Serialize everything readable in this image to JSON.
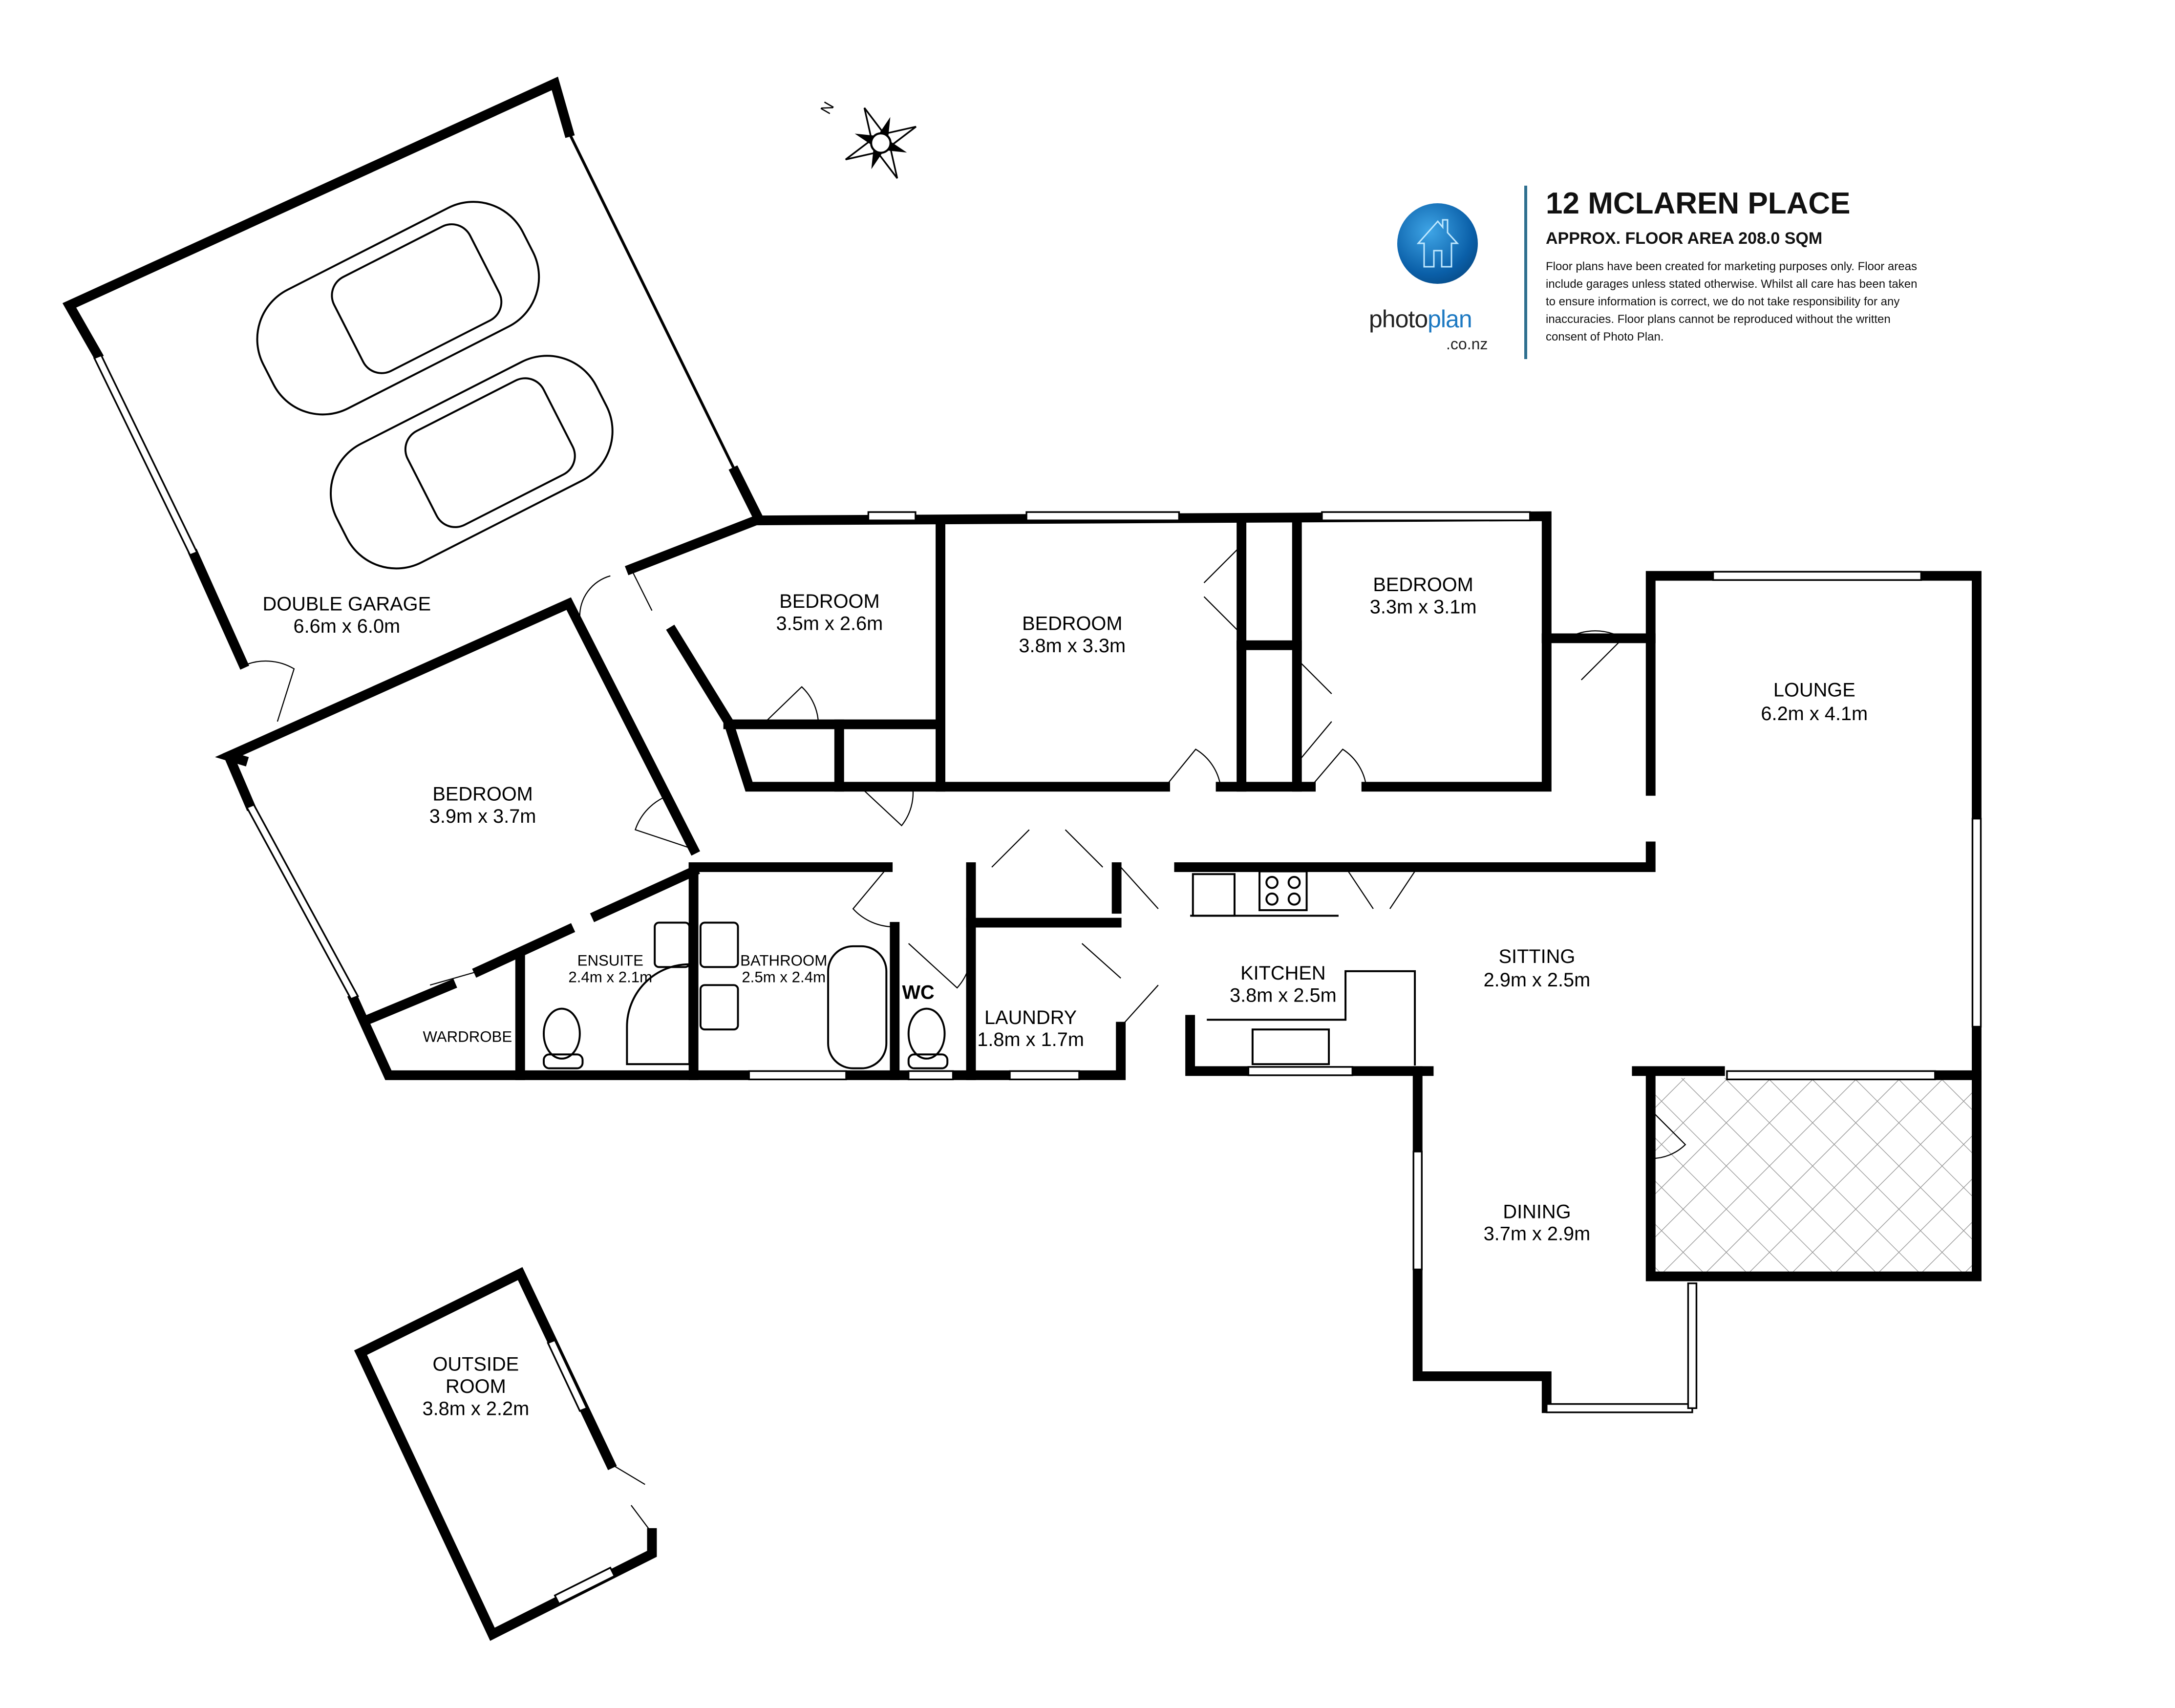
{
  "header": {
    "brand": "photoplan",
    "brand_part1": "photo",
    "brand_part2": "plan",
    "brand_domain": ".co.nz",
    "title": "12 MCLAREN PLACE",
    "floor_area": "APPROX. FLOOR AREA 208.0 SQM",
    "disclaimer": "Floor plans have been created for marketing purposes only. Floor areas include garages unless stated otherwise. Whilst all care has been taken to ensure information is correct, we do not take responsibility for any inaccuracies. Floor plans cannot be reproduced without the written consent of Photo Plan.",
    "accent_color": "#1d79c2"
  },
  "compass": {
    "north_label": "N"
  },
  "rooms": {
    "garage": {
      "name": "DOUBLE GARAGE",
      "size": "6.6m x 6.0m"
    },
    "bedroom1": {
      "name": "BEDROOM",
      "size": "3.9m x 3.7m"
    },
    "bedroom2": {
      "name": "BEDROOM",
      "size": "3.5m x 2.6m"
    },
    "bedroom3": {
      "name": "BEDROOM",
      "size": "3.8m x 3.3m"
    },
    "bedroom4": {
      "name": "BEDROOM",
      "size": "3.3m x 3.1m"
    },
    "lounge": {
      "name": "LOUNGE",
      "size": "6.2m x 4.1m"
    },
    "ensuite": {
      "name": "ENSUITE",
      "size": "2.4m x 2.1m"
    },
    "bathroom": {
      "name": "BATHROOM",
      "size": "2.5m x 2.4m"
    },
    "wc": {
      "name": "WC"
    },
    "wardrobe": {
      "name": "WARDROBE"
    },
    "laundry": {
      "name": "LAUNDRY",
      "size": "1.8m x 1.7m"
    },
    "kitchen": {
      "name": "KITCHEN",
      "size": "3.8m x 2.5m"
    },
    "sitting": {
      "name": "SITTING",
      "size": "2.9m x 2.5m"
    },
    "dining": {
      "name": "DINING",
      "size": "3.7m x 2.9m"
    },
    "outside_room": {
      "name_line1": "OUTSIDE",
      "name_line2": "ROOM",
      "size": "3.8m x 2.2m"
    }
  }
}
